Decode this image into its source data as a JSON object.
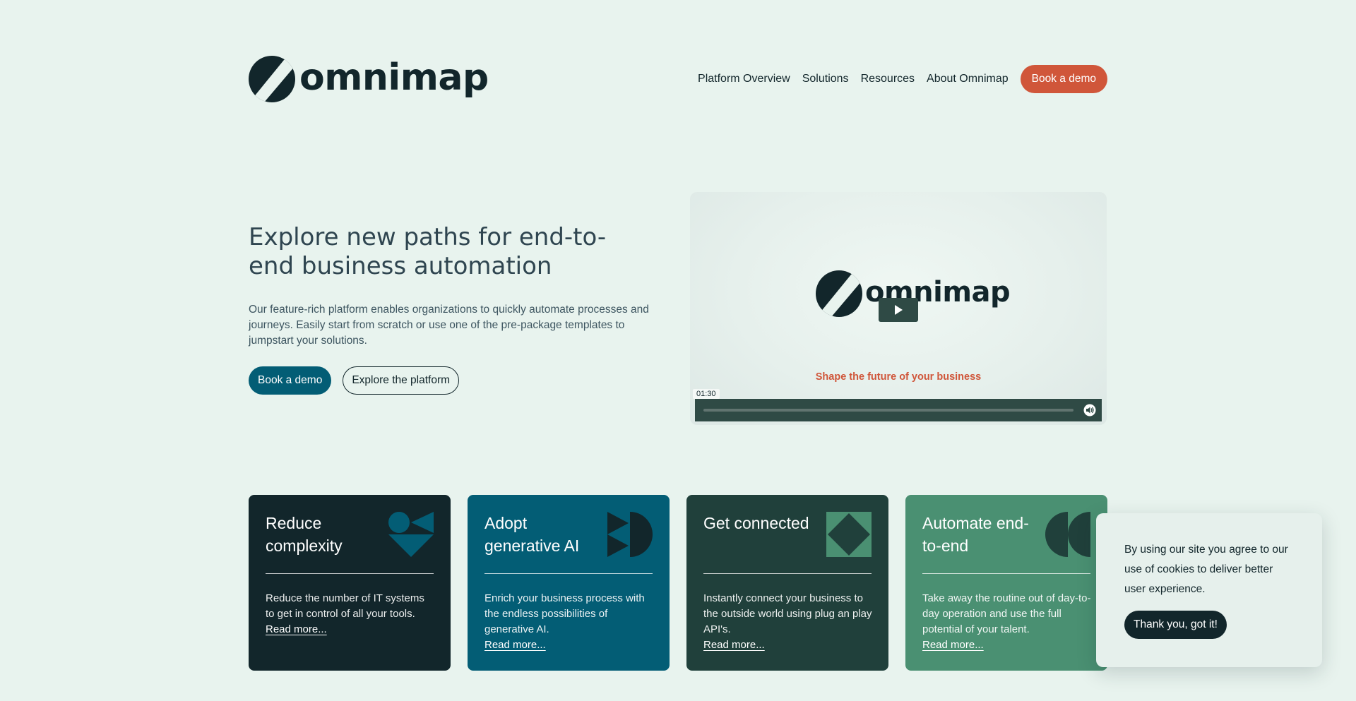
{
  "brand": {
    "name": "omnimap"
  },
  "nav": {
    "items": [
      {
        "label": "Platform Overview"
      },
      {
        "label": "Solutions"
      },
      {
        "label": "Resources"
      },
      {
        "label": "About Omnimap"
      }
    ],
    "cta_label": "Book a demo"
  },
  "hero": {
    "title": "Explore new paths for end-to-end business automation",
    "description": "Our feature-rich platform enables organizations to quickly automate processes and journeys. Easily start from scratch or use one of the pre-package templates to jumpstart your solutions.",
    "primary_label": "Book a demo",
    "secondary_label": "Explore the platform"
  },
  "video": {
    "logo_text": "omnimap",
    "tagline": "Shape the future of your business",
    "time": "01:30",
    "icons": {
      "play": "play-icon",
      "volume": "volume-icon"
    }
  },
  "cards": [
    {
      "title": "Reduce complexity",
      "text": "Reduce the number of IT systems to get in control of all your tools.",
      "link": "Read more...",
      "color": "#12262b"
    },
    {
      "title": "Adopt generative AI",
      "text": "Enrich your business process with the endless possibilities of generative AI.",
      "link": "Read more...",
      "color": "#035d75"
    },
    {
      "title": "Get connected",
      "text": "Instantly connect your business to the outside world using plug an play API's.",
      "link": "Read more...",
      "color": "#20403b"
    },
    {
      "title": "Automate end-to-end",
      "text": "Take away the routine out of day-to-day operation and use the full potential of your talent.",
      "link": "Read more...",
      "color": "#4a9072"
    }
  ],
  "cookie": {
    "text": "By using our site you agree to our use of cookies to deliver better user experience.",
    "button_label": "Thank you, got it!"
  },
  "colors": {
    "background": "#e8f3ee",
    "accent": "#d0563a",
    "primary": "#035d75",
    "dark": "#12262b"
  }
}
